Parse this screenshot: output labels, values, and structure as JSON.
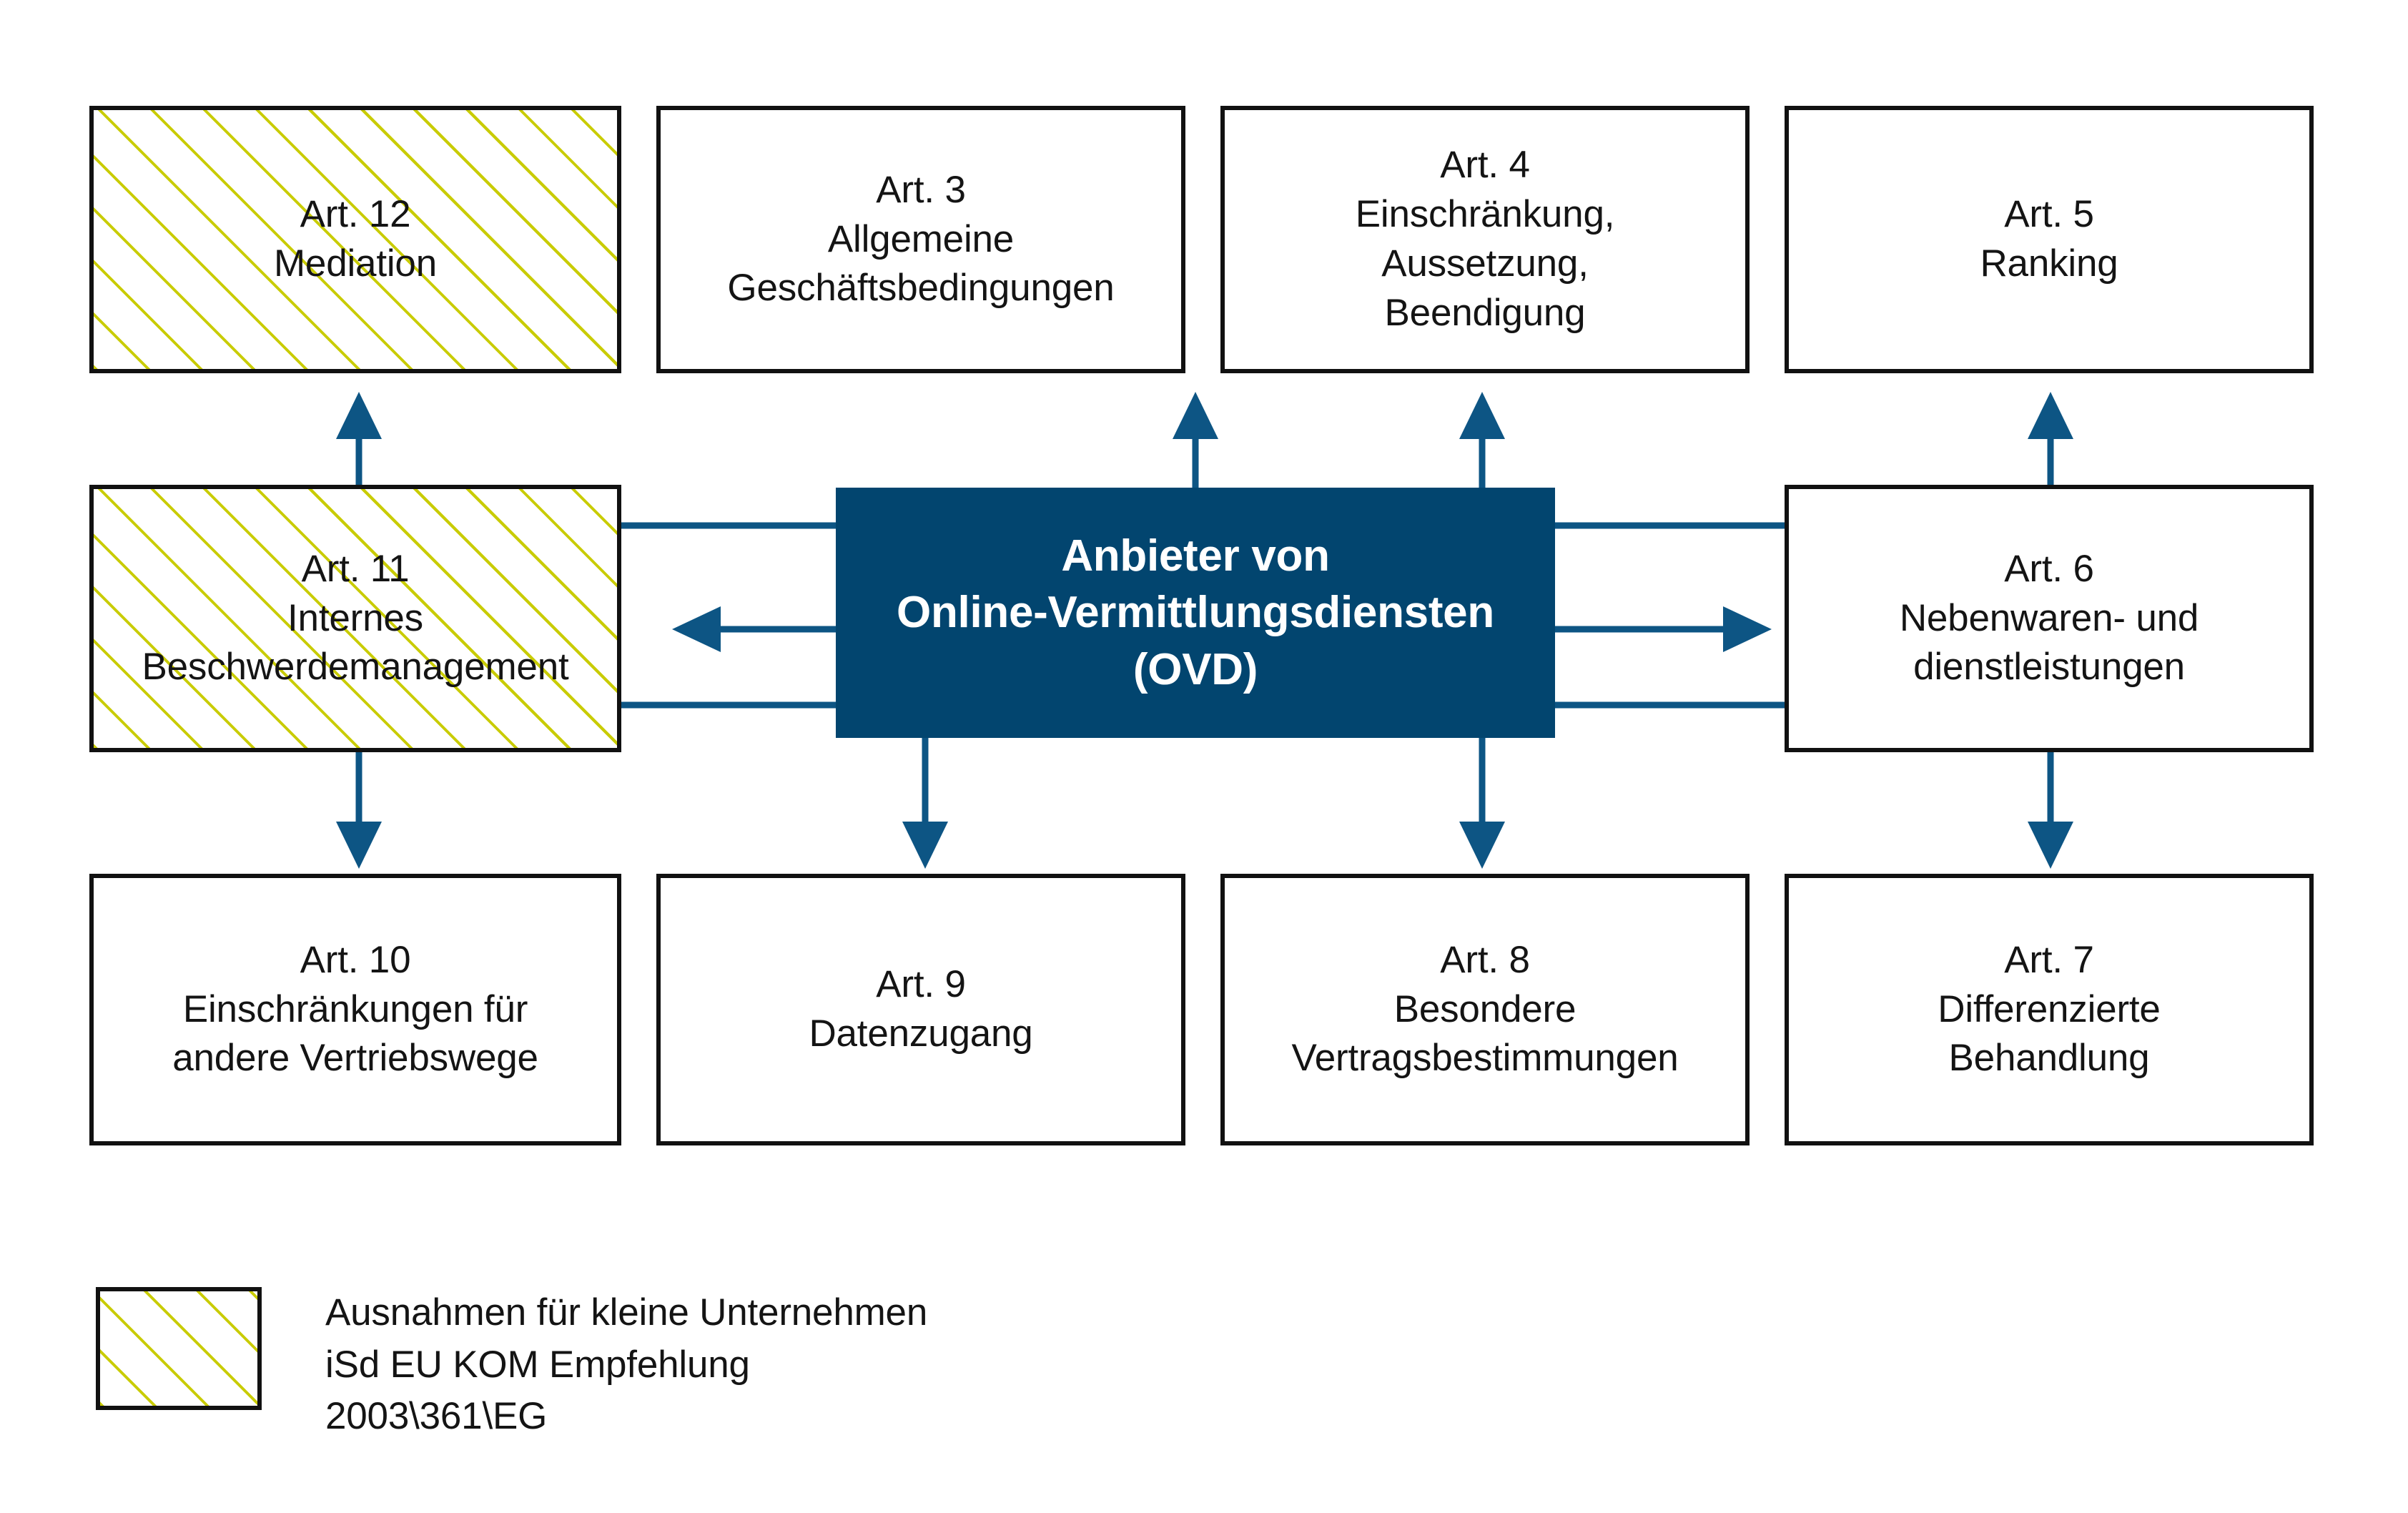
{
  "diagram": {
    "title": "Anbieter von Online-Vermittlungsdiensten (OVD)",
    "center": {
      "label": "Anbieter von\nOnline-Vermittlungsdiensten\n(OVD)",
      "fill_color": "#02456f",
      "text_color": "#ffffff"
    },
    "colors": {
      "box_border": "#111111",
      "box_fill": "#ffffff",
      "hatch": "#c9cc05",
      "connector": "#0d5584",
      "text": "#141414",
      "background": "#ffffff"
    },
    "nodes": [
      {
        "id": "art12",
        "article": "Art. 12",
        "label": "Art. 12\nMediation",
        "hatched": true
      },
      {
        "id": "art3",
        "article": "Art. 3",
        "label": "Art. 3\nAllgemeine\nGeschäftsbedingungen",
        "hatched": false
      },
      {
        "id": "art4",
        "article": "Art. 4",
        "label": "Art. 4\nEinschränkung,\nAussetzung,\nBeendigung",
        "hatched": false
      },
      {
        "id": "art5",
        "article": "Art. 5",
        "label": "Art. 5\nRanking",
        "hatched": false
      },
      {
        "id": "art11",
        "article": "Art. 11",
        "label": "Art. 11\nInternes\nBeschwerdemanagement",
        "hatched": true
      },
      {
        "id": "art6",
        "article": "Art. 6",
        "label": "Art. 6\nNebenwaren- und\ndienstleistungen",
        "hatched": false
      },
      {
        "id": "art10",
        "article": "Art. 10",
        "label": "Art. 10\nEinschränkungen für\nandere Vertriebswege",
        "hatched": false
      },
      {
        "id": "art9",
        "article": "Art. 9",
        "label": "Art. 9\nDatenzugang",
        "hatched": false
      },
      {
        "id": "art8",
        "article": "Art. 8",
        "label": "Art. 8\nBesondere\nVertragsbestimmungen",
        "hatched": false
      },
      {
        "id": "art7",
        "article": "Art. 7",
        "label": "Art. 7\nDifferenzierte\nBehandlung",
        "hatched": false
      }
    ],
    "legend": {
      "swatch_hatched": true,
      "text": "Ausnahmen für kleine Unternehmen\niSd EU KOM Empfehlung\n2003\\361\\EG"
    }
  }
}
